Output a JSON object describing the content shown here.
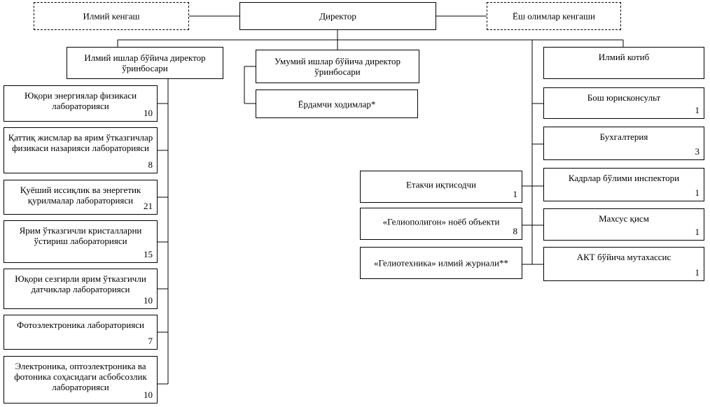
{
  "top": {
    "director": "Директор",
    "scientific_council": "Илмий кенгаш",
    "young_scientists_council": "Ёш олимлар кенгаши"
  },
  "deputies": {
    "science": "Илмий ишлар бўйича директор ўринбосари",
    "general": "Умумий ишлар бўйича директор ўринбосари",
    "support_staff": "Ёрдамчи ходимлар*"
  },
  "labs": [
    {
      "label": "Юқори энергиялар физикаси лабораторияси",
      "count": "10"
    },
    {
      "label": "Қаттиқ жисмлар ва ярим ўтказгичлар физикаси назарияси лабораторияси",
      "count": "8"
    },
    {
      "label": "Қуёший иссиқлик ва энергетик қурилмалар лабораторияси",
      "count": "21"
    },
    {
      "label": "Ярим ўтказгичли кристалларни ўстириш лабораторияси",
      "count": "15"
    },
    {
      "label": "Юқори сезгирли ярим ўтказгичли датчиклар лабораторияси",
      "count": "10"
    },
    {
      "label": "Фотоэлектроника лабораторияси",
      "count": "7"
    },
    {
      "label": "Электроника, оптоэлектроника ва фотоника соҳасидаги асбобсозлик лабораторияси",
      "count": "10"
    }
  ],
  "right_units": [
    {
      "label": "Илмий котиб",
      "count": ""
    },
    {
      "label": "Бош юрисконсульт",
      "count": "1"
    },
    {
      "label": "Бухгалтерия",
      "count": "3"
    },
    {
      "label": "Кадрлар бўлими инспектори",
      "count": "1"
    },
    {
      "label": "Махсус қисм",
      "count": "1"
    },
    {
      "label": "АКТ бўйича мутахассис",
      "count": "1"
    }
  ],
  "mid_units": [
    {
      "label": "Етакчи иқтисодчи",
      "count": "1"
    },
    {
      "label": "«Гелиополигон» ноёб объекти",
      "count": "8"
    },
    {
      "label": "«Гелиотехника» илмий журнали**",
      "count": ""
    }
  ]
}
